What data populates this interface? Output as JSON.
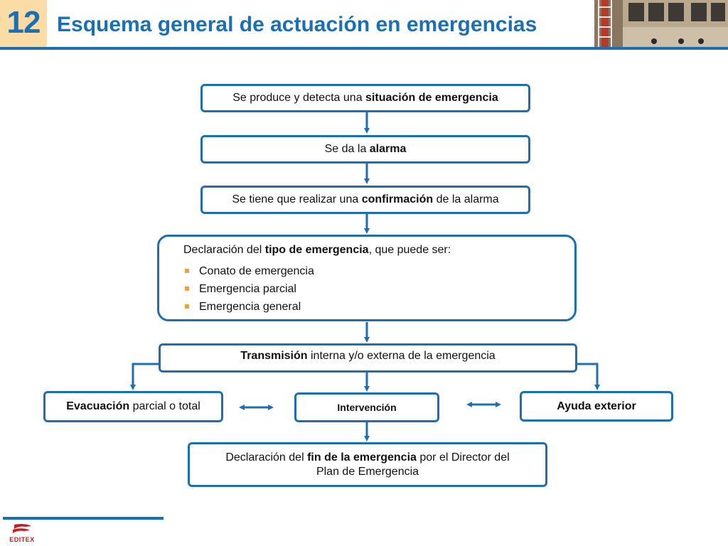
{
  "header": {
    "chapter_number": "12",
    "title": "Esquema general de actuación en emergencias"
  },
  "steps": {
    "detect": {
      "pre": "Se produce y detecta una ",
      "bold": "situación de emergencia",
      "post": ""
    },
    "alarm": {
      "pre": "Se da la ",
      "bold": "alarma",
      "post": ""
    },
    "confirm": {
      "pre": "Se tiene que realizar una ",
      "bold": "confirmación",
      "post": " de la alarma"
    },
    "declare_type": {
      "pre": "Declaración del ",
      "bold": "tipo de emergencia",
      "post": ", que puede ser:",
      "types": [
        "Conato de emergencia",
        "Emergencia parcial",
        "Emergencia general"
      ]
    },
    "transmit": {
      "pre": "",
      "bold": "Transmisión",
      "post": " interna y/o externa de la emergencia"
    },
    "evacuation": {
      "pre": "",
      "bold": "Evacuación",
      "post": " parcial o total"
    },
    "intervention": {
      "pre": "",
      "bold": "Intervención",
      "post": ""
    },
    "external_help": {
      "pre": "",
      "bold": "Ayuda exterior",
      "post": ""
    },
    "end": {
      "pre": "Declaración del ",
      "bold": "fin de la emergencia",
      "post": " por el Director del",
      "line2": "Plan de Emergencia"
    }
  },
  "footer": {
    "publisher": "EDITEX"
  },
  "colors": {
    "accent": "#1b6fb3",
    "box_border": "#1f6fb0",
    "bullet": "#f0a23a",
    "badge_bg": "#fbdca4",
    "logo": "#c0211d"
  }
}
